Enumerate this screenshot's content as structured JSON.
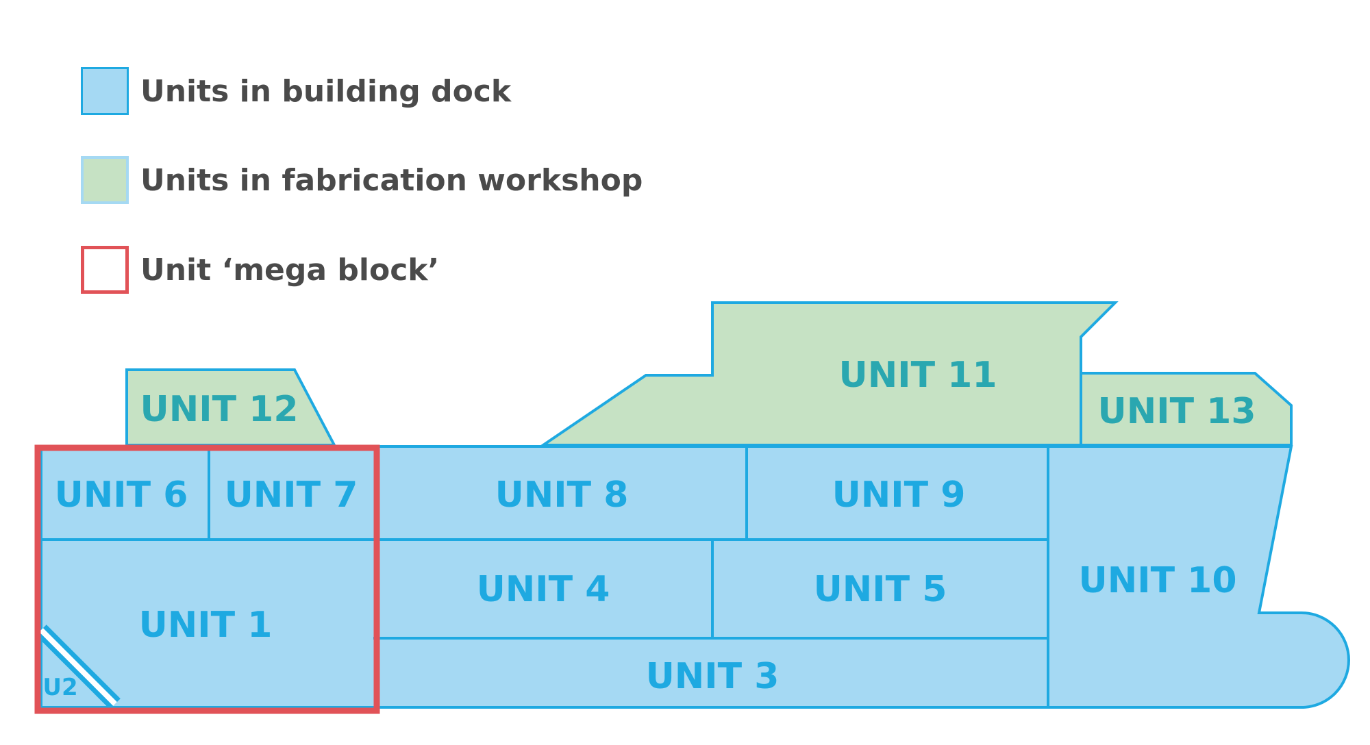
{
  "legend": {
    "building_dock": {
      "label": "Units in building dock",
      "fill": "#a5d9f3",
      "stroke": "#1ea9e1"
    },
    "fabrication": {
      "label": "Units in fabrication workshop",
      "fill": "#c6e2c4",
      "stroke": "#a5d9f3"
    },
    "mega_block": {
      "label": "Unit ‘mega block’",
      "fill": "#ffffff",
      "stroke": "#e15257"
    }
  },
  "units": {
    "u1": "UNIT 1",
    "u2": "U2",
    "u3": "UNIT 3",
    "u4": "UNIT 4",
    "u5": "UNIT 5",
    "u6": "UNIT 6",
    "u7": "UNIT 7",
    "u8": "UNIT 8",
    "u9": "UNIT 9",
    "u10": "UNIT 10",
    "u11": "UNIT 11",
    "u12": "UNIT 12",
    "u13": "UNIT 13"
  },
  "colors": {
    "dock_fill": "#a5d9f3",
    "dock_line": "#1ea9e1",
    "dock_text": "#1ea9e1",
    "fab_fill": "#c6e2c4",
    "fab_text": "#2aa7b0",
    "mega_block": "#e15257"
  }
}
